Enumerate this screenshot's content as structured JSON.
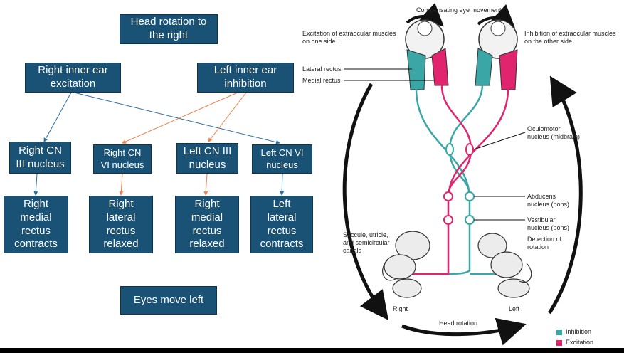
{
  "flowchart": {
    "head_rotation": "Head rotation to\nthe right",
    "right_ear": "Right inner ear\nexcitation",
    "left_ear": "Left inner ear\ninhibition",
    "right_cn3": "Right CN\nIII nucleus",
    "right_cn6": "Right CN\nVI nucleus",
    "left_cn3": "Left CN III\nnucleus",
    "left_cn6": "Left CN VI\nnucleus",
    "right_medial": "Right\nmedial\nrectus\ncontracts",
    "right_lateral": "Right\nlateral\nrectus\nrelaxed",
    "left_medial": "Right\nmedial\nrectus\nrelaxed",
    "left_lateral": "Left\nlateral\nrectus\ncontracts",
    "eyes_move": "Eyes move left"
  },
  "figure": {
    "compensating": "Compensating eye movement",
    "excitation_note_1": "Excitation of extraocular muscles",
    "excitation_note_2": "on one side.",
    "inhibition_note_1": "Inhibition of extraocular muscles",
    "inhibition_note_2": "on the other side.",
    "lateral_rectus": "Lateral rectus",
    "medial_rectus": "Medial rectus",
    "oculomotor_1": "Oculomotor",
    "oculomotor_2": "nucleus (midbrain)",
    "abducens_1": "Abducens",
    "abducens_2": "nucleus (pons)",
    "vestibular_1": "Vestibular",
    "vestibular_2": "nucleus (pons)",
    "detection_1": "Detection of",
    "detection_2": "rotation",
    "saccule_1": "Saccule, utricle,",
    "saccule_2": "and semicircular",
    "saccule_3": "canals",
    "right": "Right",
    "left": "Left",
    "head_rotation": "Head rotation"
  },
  "legend": {
    "inhibition": "Inhibition",
    "excitation": "Excitation"
  },
  "colors": {
    "box": "#1a5276",
    "inhibition": "#3aa6a6",
    "excitation": "#e0246e",
    "blue_arrow": "#2e6da4",
    "orange_arrow": "#f07f4a"
  }
}
